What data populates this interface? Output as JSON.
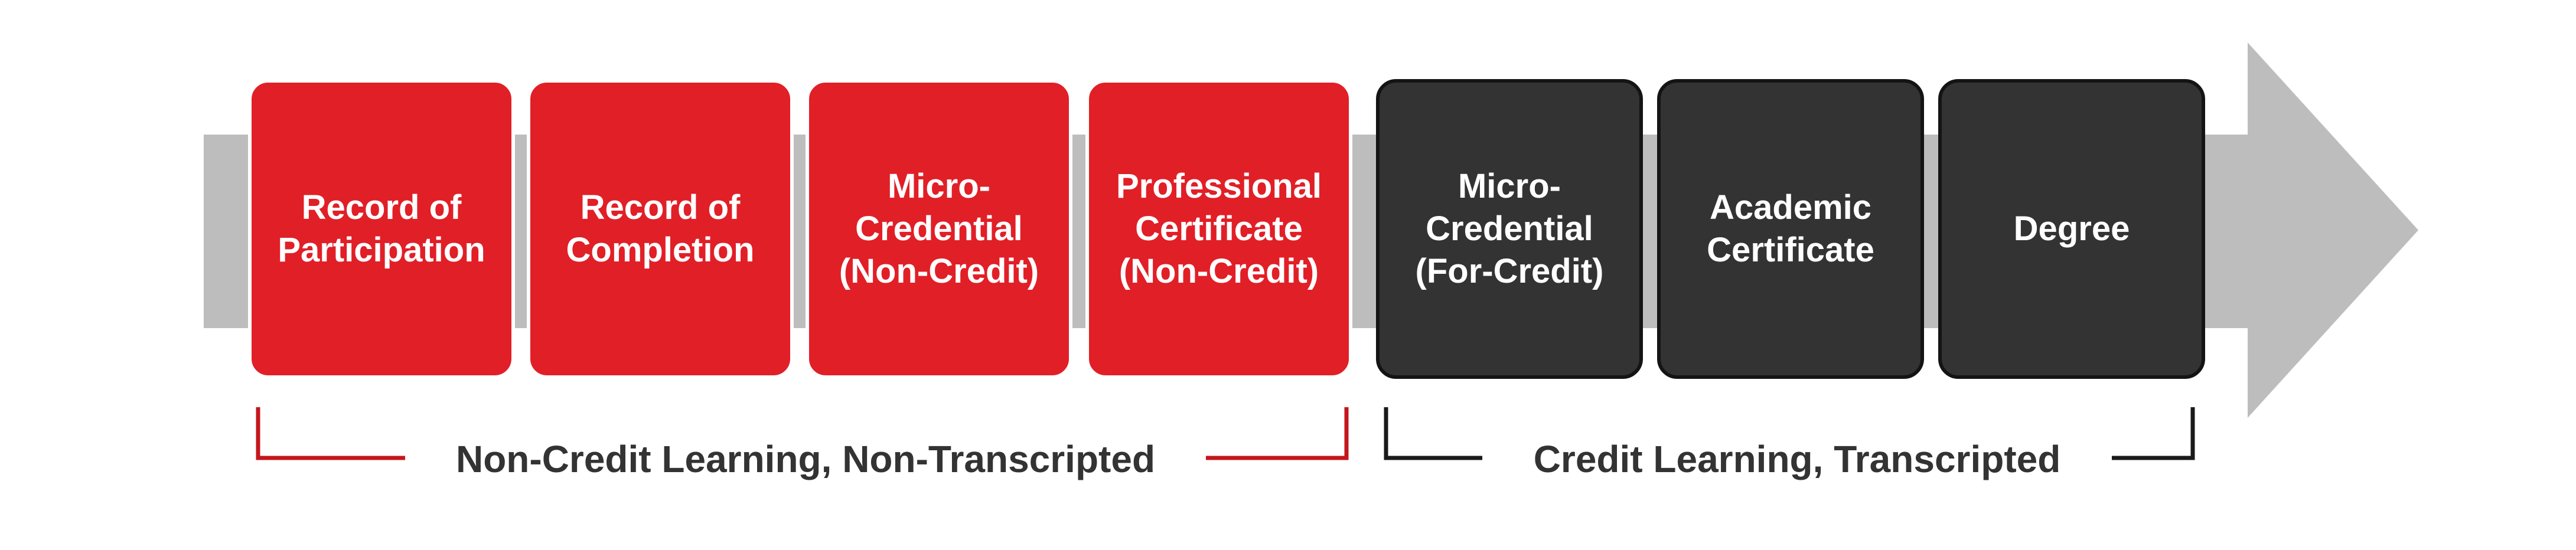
{
  "colors": {
    "non_credit_fill": "#E11F27",
    "credit_fill": "#333333",
    "arrow": "#BDBDBD",
    "non_credit_bracket": "#C4161C",
    "credit_bracket": "#1A1A1A",
    "label_text": "#333333"
  },
  "stages": [
    {
      "label": "Record of\nParticipation",
      "group": "non-credit"
    },
    {
      "label": "Record of\nCompletion",
      "group": "non-credit"
    },
    {
      "label": "Micro-\nCredential\n(Non-Credit)",
      "group": "non-credit"
    },
    {
      "label": "Professional\nCertificate\n(Non-Credit)",
      "group": "non-credit"
    },
    {
      "label": "Micro-\nCredential\n(For-Credit)",
      "group": "credit"
    },
    {
      "label": "Academic\nCertificate",
      "group": "credit"
    },
    {
      "label": "Degree",
      "group": "credit"
    }
  ],
  "groups": {
    "non_credit": {
      "label": "Non-Credit Learning, Non-Transcripted"
    },
    "credit": {
      "label": "Credit Learning, Transcripted"
    }
  }
}
